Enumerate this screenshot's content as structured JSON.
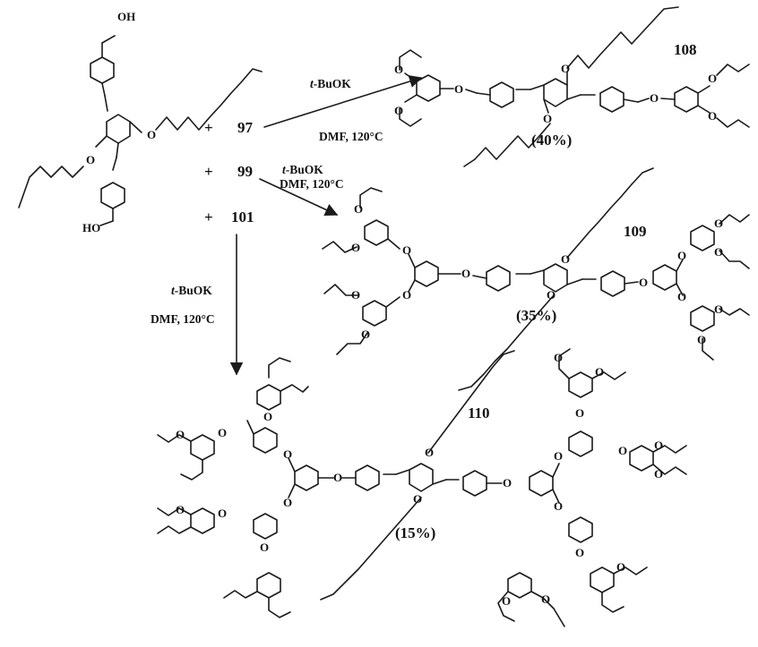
{
  "reactants": {
    "r1": {
      "sign": "+",
      "number": "97"
    },
    "r2": {
      "sign": "+",
      "number": "99"
    },
    "r3": {
      "sign": "+",
      "number": "101"
    }
  },
  "starting_material": {
    "atom_top": "OH",
    "atom_bottom": "HO",
    "ether_o": "O"
  },
  "conditions": {
    "c1": {
      "base_prefix": "t",
      "base_suffix": "-BuOK",
      "solvent_temp": "DMF, 120°C"
    },
    "c2": {
      "base_prefix": "t",
      "base_suffix": "-BuOK",
      "solvent_temp": "DMF, 120°C"
    },
    "c3": {
      "base_prefix": "t",
      "base_suffix": "-BuOK",
      "solvent_temp": "DMF, 120°C"
    }
  },
  "products": {
    "p108": {
      "label": "108",
      "yield": "(40%)"
    },
    "p109": {
      "label": "109",
      "yield": "(35%)"
    },
    "p110": {
      "label": "110",
      "yield": "(15%)"
    }
  },
  "atom_label": "O"
}
